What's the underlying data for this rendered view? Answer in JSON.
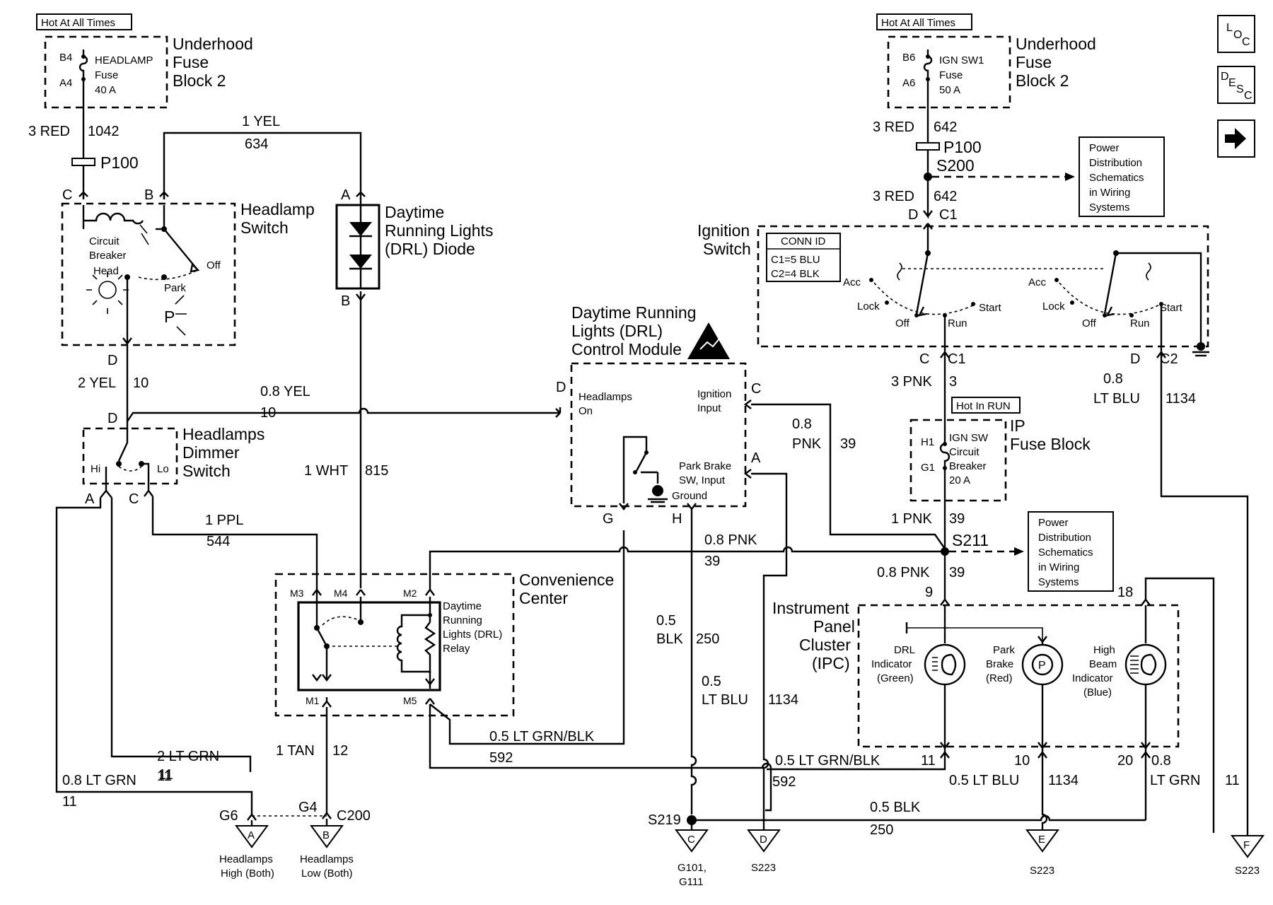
{
  "hot_at_all_times": "Hot At All Times",
  "hot_in_run": "Hot In RUN",
  "nav": {
    "loc": [
      "L",
      "O",
      "C"
    ],
    "desc": [
      "D",
      "E",
      "S",
      "C"
    ],
    "next_icon": "right-arrow-icon"
  },
  "fuse_left": {
    "title": [
      "Underhood",
      "Fuse",
      "Block 2"
    ],
    "pin_top": "B4",
    "pin_bottom": "A4",
    "name": [
      "HEADLAMP",
      "Fuse",
      "40 A"
    ]
  },
  "fuse_right": {
    "title": [
      "Underhood",
      "Fuse",
      "Block 2"
    ],
    "pin_top": "B6",
    "pin_bottom": "A6",
    "name": [
      "IGN SW1",
      "Fuse",
      "50 A"
    ]
  },
  "wires": {
    "w1042": [
      "3 RED",
      "1042"
    ],
    "w634": [
      "1 YEL",
      "634"
    ],
    "w10a": [
      "2 YEL",
      "10"
    ],
    "w10b": [
      "0.8 YEL",
      "10"
    ],
    "w815": [
      "1 WHT",
      "815"
    ],
    "w544": [
      "1 PPL",
      "544"
    ],
    "w642a": [
      "3 RED",
      "642"
    ],
    "w642b": [
      "3 RED",
      "642"
    ],
    "w3": [
      "3 PNK",
      "3"
    ],
    "w39a": [
      "0.8",
      "PNK",
      "39"
    ],
    "w39b": [
      "1 PNK",
      "39"
    ],
    "w39c": [
      "0.8 PNK",
      "39"
    ],
    "w39d": [
      "0.8 PNK",
      "39"
    ],
    "w1134a": [
      "0.8",
      "LT BLU",
      "1134"
    ],
    "w1134b": [
      "0.5",
      "LT BLU",
      "1134"
    ],
    "w1134c": [
      "0.5 LT BLU",
      "1134"
    ],
    "w250a": [
      "0.5",
      "BLK",
      "250"
    ],
    "w250b": [
      "0.5 BLK",
      "250"
    ],
    "w592a": [
      "0.5 LT GRN/BLK",
      "592"
    ],
    "w592b": [
      "0.5 LT GRN/BLK",
      "592"
    ],
    "w12": [
      "1 TAN",
      "12"
    ],
    "w11a": [
      "2 LT GRN",
      "11"
    ],
    "w11b": [
      "0.8 LT GRN",
      "11"
    ],
    "w11c": [
      "0.8",
      "LT GRN",
      "11"
    ],
    "w11d": [
      "11"
    ]
  },
  "connectors": {
    "p100_left": "P100",
    "p100_right": "P100",
    "s200": "S200",
    "s211": "S211",
    "s219": "S219",
    "c200": "C200",
    "g4": "G4",
    "g6": "G6"
  },
  "headlamp_switch": {
    "title": [
      "Headlamp",
      "Switch"
    ],
    "pins": {
      "c": "C",
      "b": "B",
      "d": "D"
    },
    "labels": [
      "Circuit",
      "Breaker",
      "Head"
    ],
    "off": "Off",
    "park": "Park",
    "p": "P"
  },
  "dimmer": {
    "title": [
      "Headlamps",
      "Dimmer",
      "Switch"
    ],
    "pins": {
      "d": "D",
      "a": "A",
      "c": "C"
    },
    "hi": "Hi",
    "lo": "Lo"
  },
  "drl_diode": {
    "title": [
      "Daytime",
      "Running Lights",
      "(DRL) Diode"
    ],
    "pins": {
      "a": "A",
      "b": "B"
    }
  },
  "drl_module": {
    "title": [
      "Daytime Running",
      "Lights (DRL)",
      "Control Module"
    ],
    "pins": {
      "d": "D",
      "c": "C",
      "a": "A",
      "g": "G",
      "h": "H"
    },
    "headlamps_on": [
      "Headlamps",
      "On"
    ],
    "ignition_input": [
      "Ignition",
      "Input"
    ],
    "park_brake": [
      "Park Brake",
      "SW, Input"
    ],
    "ground": "Ground"
  },
  "convenience": {
    "title": [
      "Convenience",
      "Center"
    ],
    "relay": [
      "Daytime",
      "Running",
      "Lights (DRL)",
      "Relay"
    ],
    "pins": {
      "m3": "M3",
      "m4": "M4",
      "m2": "M2",
      "m1": "M1",
      "m5": "M5"
    }
  },
  "ignition_switch": {
    "title": [
      "Ignition",
      "Switch"
    ],
    "conn_id": [
      "CONN ID",
      "C1=5 BLU",
      "C2=4 BLK"
    ],
    "pins": {
      "d": "D",
      "c1": "C1",
      "c": "C",
      "c1b": "C1",
      "d2": "D",
      "c2": "C2"
    },
    "pos": {
      "acc": "Acc",
      "lock": "Lock",
      "off": "Off",
      "run": "Run",
      "start": "Start"
    }
  },
  "ip_fuse": {
    "title": [
      "IP",
      "Fuse Block"
    ],
    "pins": {
      "h1": "H1",
      "g1": "G1"
    },
    "name": [
      "IGN SW",
      "Circuit",
      "Breaker",
      "20 A"
    ]
  },
  "ipc": {
    "title": [
      "Instrument",
      "Panel",
      "Cluster",
      "(IPC)"
    ],
    "pins": {
      "p9": "9",
      "p18": "18",
      "p11": "11",
      "p10": "10",
      "p20": "20"
    },
    "drl_ind": [
      "DRL",
      "Indicator",
      "(Green)"
    ],
    "park_ind": [
      "Park",
      "Brake",
      "(Red)"
    ],
    "high_ind": [
      "High",
      "Beam",
      "Indicator",
      "(Blue)"
    ],
    "park_glyph": "P"
  },
  "power_dist": [
    "Power",
    "Distribution",
    "Schematics",
    "in Wiring",
    "Systems"
  ],
  "terminals": {
    "a": {
      "letter": "A",
      "label": [
        "Headlamps",
        "High (Both)"
      ]
    },
    "b": {
      "letter": "B",
      "label": [
        "Headlamps",
        "Low (Both)"
      ]
    },
    "c": {
      "letter": "C",
      "label": [
        "G101,",
        "G111"
      ]
    },
    "d": {
      "letter": "D",
      "label": [
        "S223"
      ]
    },
    "e": {
      "letter": "E",
      "label": [
        "S223"
      ]
    },
    "f": {
      "letter": "F",
      "label": [
        "S223"
      ]
    }
  }
}
